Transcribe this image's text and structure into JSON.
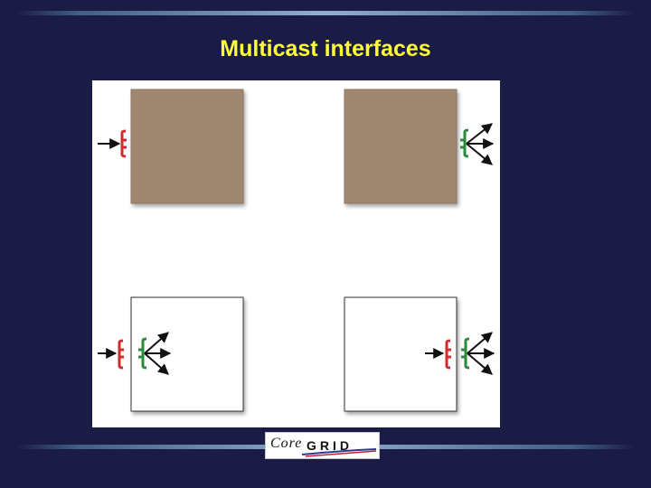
{
  "slide": {
    "title": "Multicast interfaces"
  },
  "logo": {
    "core_text": "Core",
    "grid_text": "GRID"
  },
  "diagram": {
    "components": [
      {
        "id": "top-left",
        "fill": "primitive",
        "ports": [
          "server"
        ]
      },
      {
        "id": "top-right",
        "fill": "primitive",
        "ports": [
          "client"
        ]
      },
      {
        "id": "bottom-left",
        "fill": "composite",
        "ports": [
          "server",
          "client"
        ]
      },
      {
        "id": "bottom-right",
        "fill": "composite",
        "ports": [
          "server",
          "client"
        ]
      }
    ]
  },
  "colors": {
    "background": "#1b1c45",
    "title": "#ffff33",
    "primitive_fill": "#a08870",
    "composite_fill": "#ffffff",
    "server_interface": "#d42a2a",
    "client_interface": "#2a8a3a",
    "arrow": "#111111"
  }
}
